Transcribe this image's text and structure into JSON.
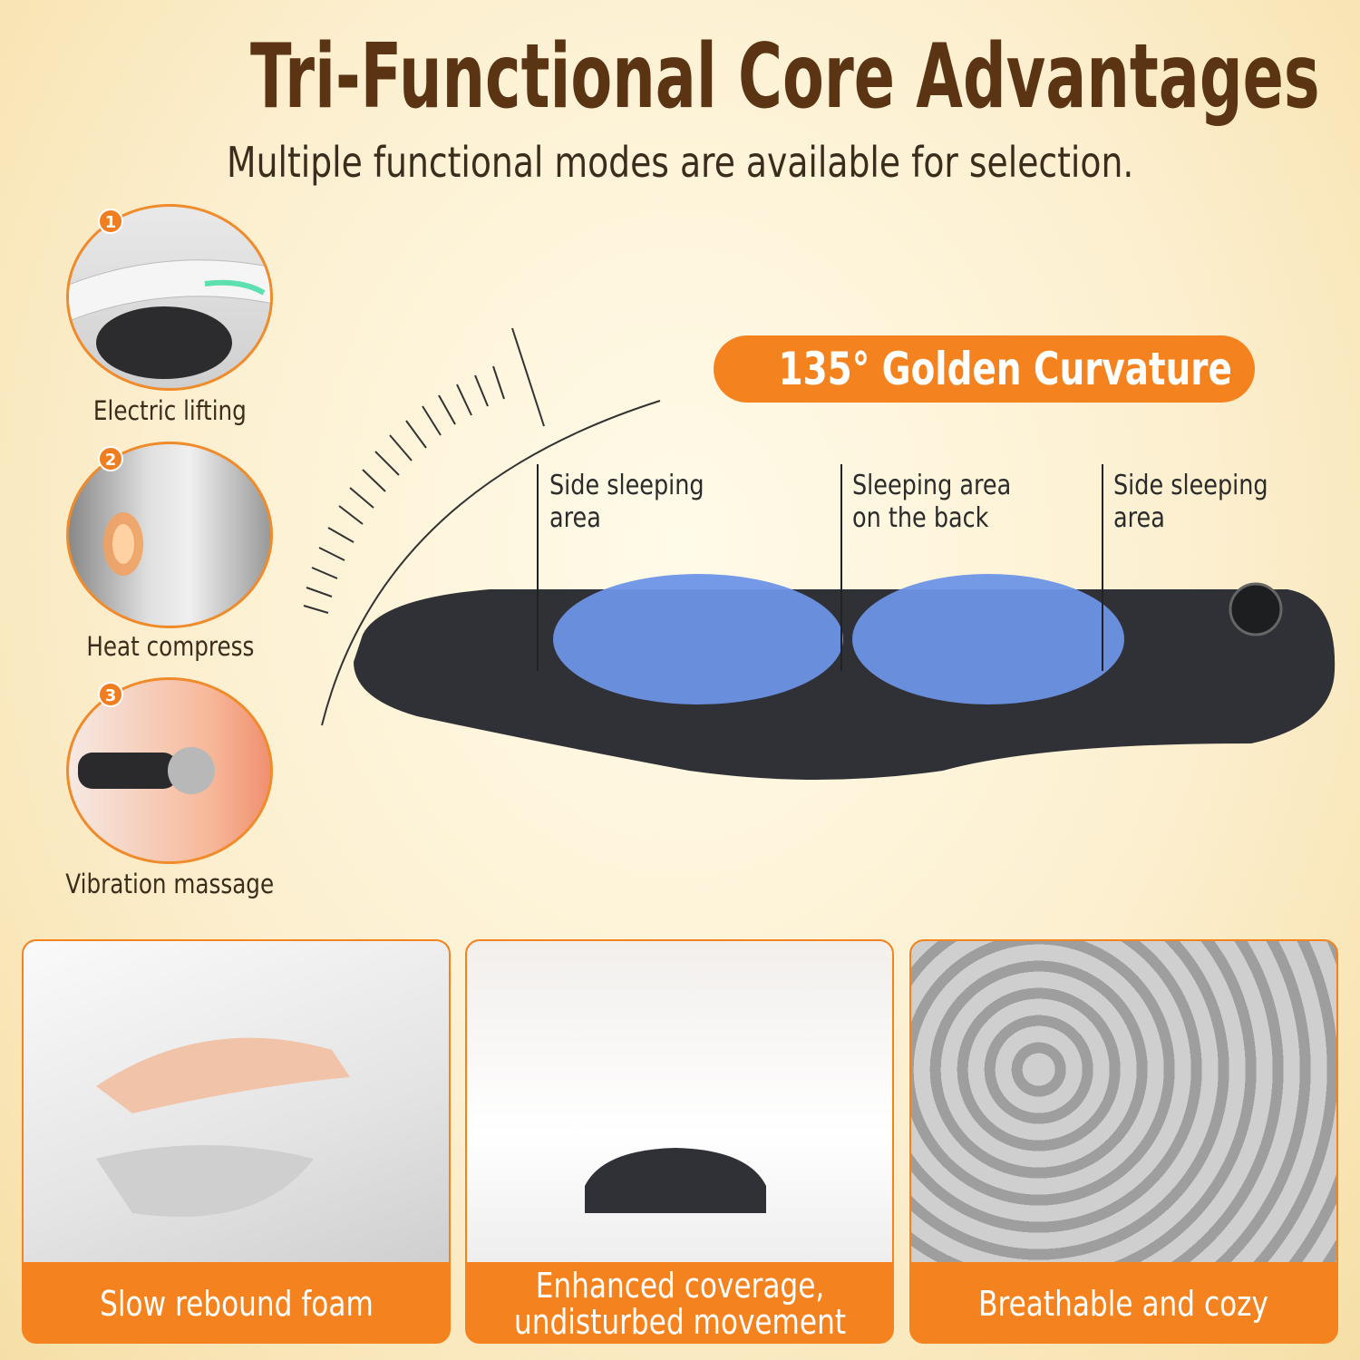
{
  "header": {
    "title": "Tri-Functional Core Advantages",
    "subtitle": "Multiple functional modes are available for selection."
  },
  "functions": [
    {
      "number": "1",
      "label": "Electric lifting"
    },
    {
      "number": "2",
      "label": "Heat compress"
    },
    {
      "number": "3",
      "label": "Vibration massage"
    }
  ],
  "curvature_badge": "135° Golden Curvature",
  "zones": [
    {
      "line1": "Side sleeping",
      "line2": "area"
    },
    {
      "line1": "Sleeping area",
      "line2": "on the back"
    },
    {
      "line1": "Side sleeping",
      "line2": "area"
    }
  ],
  "features": [
    {
      "caption": "Slow rebound foam"
    },
    {
      "caption": "Enhanced coverage, undisturbed movement"
    },
    {
      "caption": "Breathable and cozy"
    }
  ],
  "colors": {
    "accent": "#f4831f",
    "title": "#5b3414",
    "pillow": "#2f3136",
    "gel": "#6d93e6"
  }
}
